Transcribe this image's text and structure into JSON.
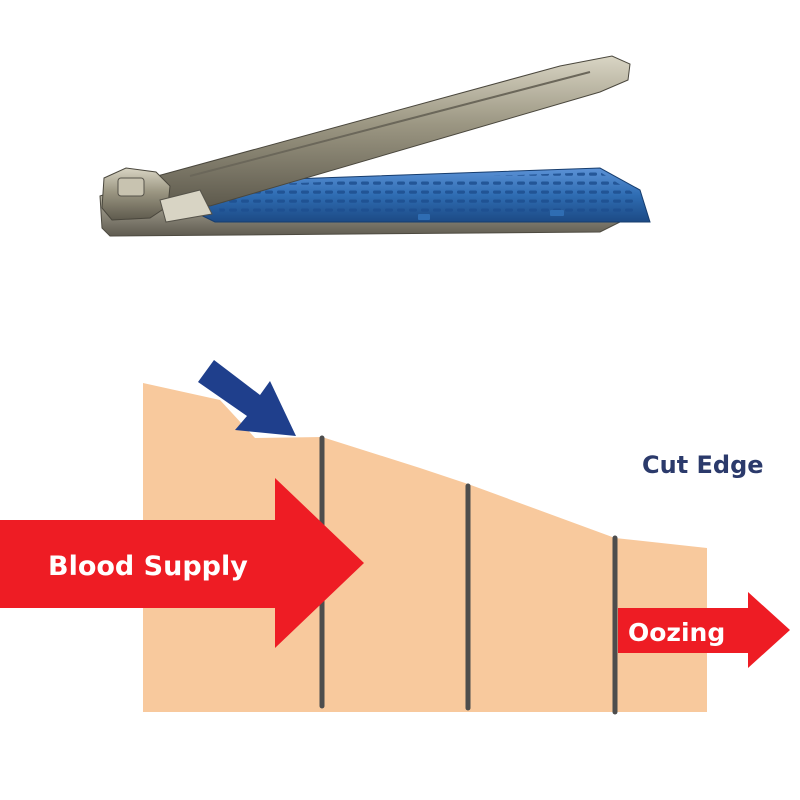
{
  "labels": {
    "blood_supply": "Blood Supply",
    "cut_edge": "Cut Edge",
    "oozing": "Oozing"
  },
  "colors": {
    "tissue": "#f8c99d",
    "staple_line": "#4d4d4d",
    "red_arrow": "#ee1c24",
    "blue_arrow": "#1f3f8c",
    "cut_edge_text": "#2b3a6b",
    "stapler_metal": "#8f8a78",
    "stapler_cartridge": "#2f6db3"
  },
  "icons": {
    "stapler": "surgical-stapler-icon"
  }
}
